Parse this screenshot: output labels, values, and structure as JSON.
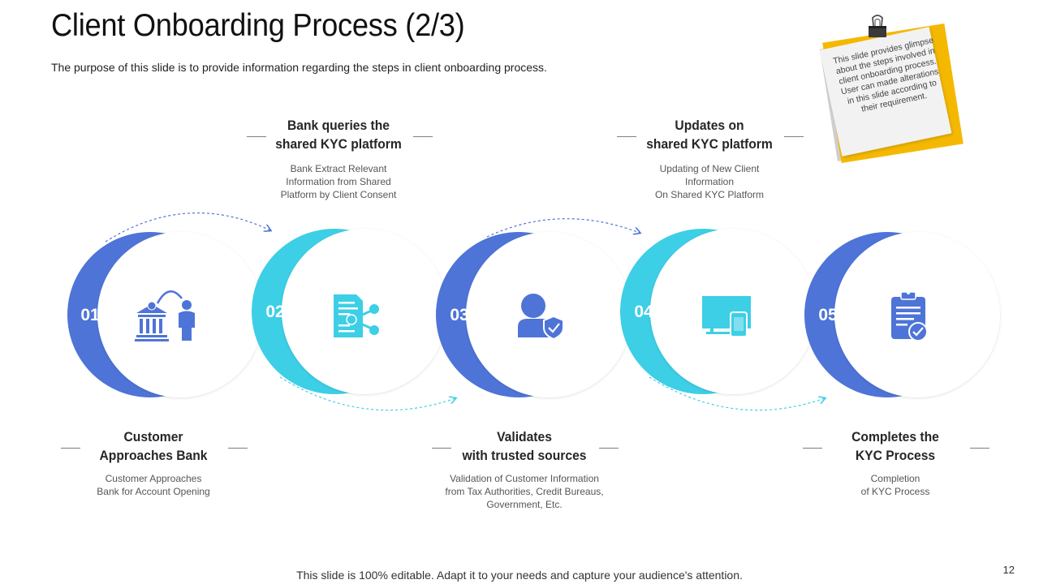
{
  "slide": {
    "title": "Client Onboarding Process (2/3)",
    "subtitle": "The purpose of this slide is to provide information regarding the steps in client onboarding process.",
    "footer": "This slide is 100% editable. Adapt it to your needs and capture your audience's attention.",
    "page_number": "12"
  },
  "note": {
    "text": "This slide provides glimpse about the steps involved in client onboarding process. User can made alterations in this slide according to their requirement."
  },
  "colors": {
    "blue": "#4e74d7",
    "cyan": "#3dcfe6",
    "note_yellow": "#f5b800"
  },
  "steps": [
    {
      "number": "01",
      "title_line1": "Customer",
      "title_line2": "Approaches Bank",
      "desc_line1": "Customer Approaches",
      "desc_line2": "Bank for Account Opening",
      "desc_line3": "",
      "icon": "bank-customer-icon",
      "color": "blue"
    },
    {
      "number": "02",
      "title_line1": "Bank queries the",
      "title_line2": "shared KYC platform",
      "desc_line1": "Bank Extract Relevant",
      "desc_line2": "Information from Shared",
      "desc_line3": "Platform by Client Consent",
      "icon": "document-share-icon",
      "color": "cyan"
    },
    {
      "number": "03",
      "title_line1": "Validates",
      "title_line2": "with trusted sources",
      "desc_line1": "Validation of Customer Information",
      "desc_line2": "from Tax Authorities, Credit Bureaus,",
      "desc_line3": "Government, Etc.",
      "icon": "user-shield-icon",
      "color": "blue"
    },
    {
      "number": "04",
      "title_line1": "Updates on",
      "title_line2": "shared KYC platform",
      "desc_line1": "Updating  of New Client",
      "desc_line2": "Information",
      "desc_line3": "On Shared  KYC Platform",
      "icon": "monitor-mobile-icon",
      "color": "cyan"
    },
    {
      "number": "05",
      "title_line1": "Completes the",
      "title_line2": "KYC Process",
      "desc_line1": "Completion",
      "desc_line2": "of KYC Process",
      "desc_line3": "",
      "icon": "clipboard-check-icon",
      "color": "blue"
    }
  ]
}
